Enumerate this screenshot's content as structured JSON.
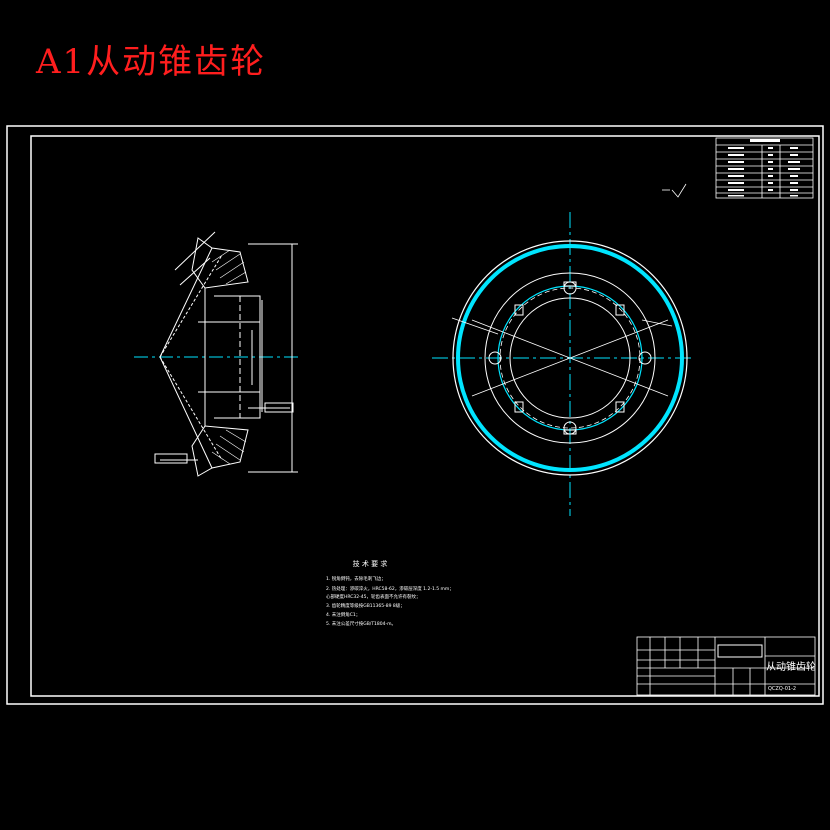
{
  "header": {
    "title": "A1从动锥齿轮"
  },
  "colors": {
    "accent_title": "#ff1e1e",
    "line": "#ffffff",
    "center_line": "#00e5ff",
    "background": "#000000"
  },
  "notes": {
    "heading": "技 术 要 求",
    "items": [
      "1. 锐角倒钝，去除毛刺飞边；",
      "2. 热处理：渗碳淬火，HRC58-62，渗碳层深度 1.2-1.5 mm；",
      "   心部硬度HRC32-45，轮齿表面不允许有裂纹；",
      "3. 齿轮精度等级按GB11365-89 8级；",
      "4. 未注倒角C1；",
      "5. 未注公差尺寸按GB/T1804-m。"
    ]
  },
  "title_block": {
    "part_name": "从动锥齿轮",
    "drawing_no": "QCZQ-01-2"
  }
}
